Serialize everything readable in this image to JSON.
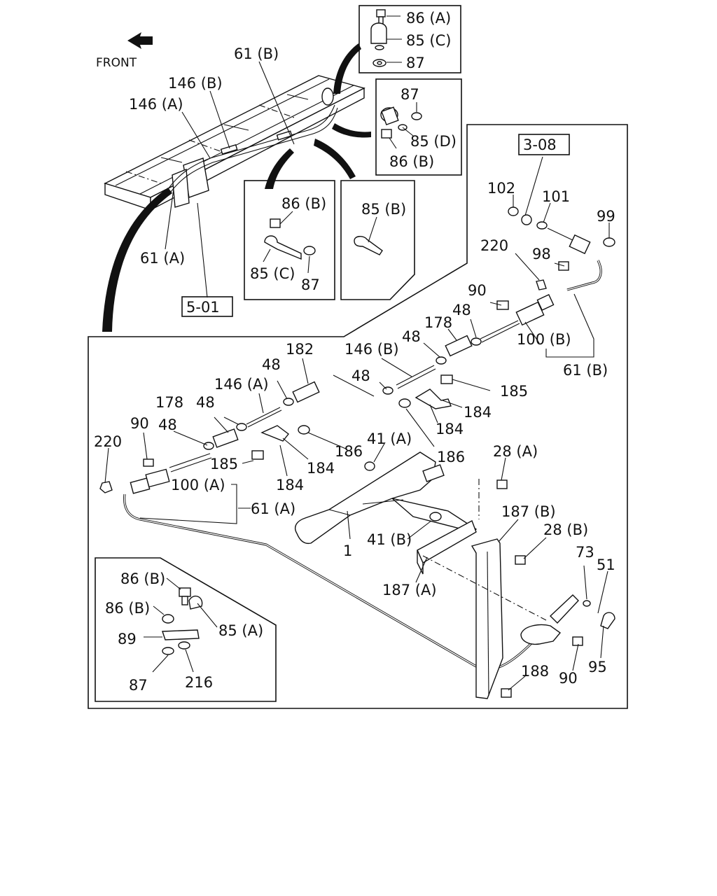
{
  "orientation": {
    "label": "FRONT"
  },
  "ref_boxes": [
    {
      "key": "r308",
      "label": "3-08"
    },
    {
      "key": "r501",
      "label": "5-01"
    }
  ],
  "callouts": [
    {
      "key": "c_86A_t",
      "label": "86 (A)"
    },
    {
      "key": "c_85C_t",
      "label": "85 (C)"
    },
    {
      "key": "c_87_t",
      "label": "87"
    },
    {
      "key": "c_87_d",
      "label": "87"
    },
    {
      "key": "c_85D",
      "label": "85 (D)"
    },
    {
      "key": "c_86B_d",
      "label": "86 (B)"
    },
    {
      "key": "c_61B_top",
      "label": "61 (B)"
    },
    {
      "key": "c_146B_top",
      "label": "146 (B)"
    },
    {
      "key": "c_146A_top",
      "label": "146 (A)"
    },
    {
      "key": "c_61A_top",
      "label": "61 (A)"
    },
    {
      "key": "c_86B_c",
      "label": "86 (B)"
    },
    {
      "key": "c_85C_c",
      "label": "85 (C)"
    },
    {
      "key": "c_87_c",
      "label": "87"
    },
    {
      "key": "c_85B",
      "label": "85 (B)"
    },
    {
      "key": "c_102",
      "label": "102"
    },
    {
      "key": "c_101",
      "label": "101"
    },
    {
      "key": "c_99",
      "label": "99"
    },
    {
      "key": "c_220_r",
      "label": "220"
    },
    {
      "key": "c_98",
      "label": "98"
    },
    {
      "key": "c_90_r",
      "label": "90"
    },
    {
      "key": "c_48_r1",
      "label": "48"
    },
    {
      "key": "c_178_r",
      "label": "178"
    },
    {
      "key": "c_48_r2",
      "label": "48"
    },
    {
      "key": "c_100B",
      "label": "100 (B)"
    },
    {
      "key": "c_61B_r",
      "label": "61 (B)"
    },
    {
      "key": "c_146B_m",
      "label": "146 (B)"
    },
    {
      "key": "c_48_m",
      "label": "48"
    },
    {
      "key": "c_185_r",
      "label": "185"
    },
    {
      "key": "c_184_r1",
      "label": "184"
    },
    {
      "key": "c_184_r2",
      "label": "184"
    },
    {
      "key": "c_186_r",
      "label": "186"
    },
    {
      "key": "c_182",
      "label": "182"
    },
    {
      "key": "c_48_l1",
      "label": "48"
    },
    {
      "key": "c_146A_m",
      "label": "146 (A)"
    },
    {
      "key": "c_178_l",
      "label": "178"
    },
    {
      "key": "c_48_l2",
      "label": "48"
    },
    {
      "key": "c_90_l",
      "label": "90"
    },
    {
      "key": "c_48_l3",
      "label": "48"
    },
    {
      "key": "c_220_l",
      "label": "220"
    },
    {
      "key": "c_186_l",
      "label": "186"
    },
    {
      "key": "c_185_l",
      "label": "185"
    },
    {
      "key": "c_184_l1",
      "label": "184"
    },
    {
      "key": "c_184_l2",
      "label": "184"
    },
    {
      "key": "c_100A",
      "label": "100 (A)"
    },
    {
      "key": "c_61A_l",
      "label": "61 (A)"
    },
    {
      "key": "c_41A",
      "label": "41 (A)"
    },
    {
      "key": "c_28A",
      "label": "28 (A)"
    },
    {
      "key": "c_187B",
      "label": "187 (B)"
    },
    {
      "key": "c_28B",
      "label": "28 (B)"
    },
    {
      "key": "c_41B",
      "label": "41 (B)"
    },
    {
      "key": "c_1",
      "label": "1"
    },
    {
      "key": "c_73",
      "label": "73"
    },
    {
      "key": "c_51",
      "label": "51"
    },
    {
      "key": "c_187A",
      "label": "187 (A)"
    },
    {
      "key": "c_90_b",
      "label": "90"
    },
    {
      "key": "c_95",
      "label": "95"
    },
    {
      "key": "c_188",
      "label": "188"
    },
    {
      "key": "c_86B_i1",
      "label": "86 (B)"
    },
    {
      "key": "c_86B_i2",
      "label": "86 (B)"
    },
    {
      "key": "c_85A",
      "label": "85 (A)"
    },
    {
      "key": "c_89",
      "label": "89"
    },
    {
      "key": "c_87_i",
      "label": "87"
    },
    {
      "key": "c_216",
      "label": "216"
    }
  ]
}
